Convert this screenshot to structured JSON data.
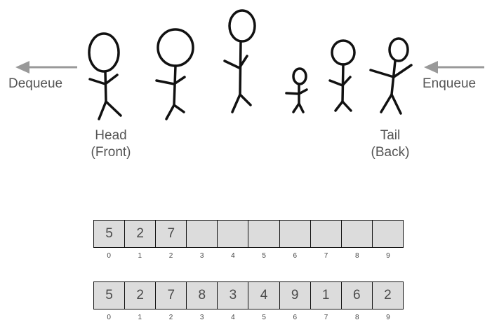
{
  "labels": {
    "dequeue": "Dequeue",
    "enqueue": "Enqueue",
    "head_line1": "Head",
    "head_line2": "(Front)",
    "tail_line1": "Tail",
    "tail_line2": "(Back)"
  },
  "array1": {
    "values": [
      "5",
      "2",
      "7",
      "",
      "",
      "",
      "",
      "",
      "",
      ""
    ],
    "indices": [
      "0",
      "1",
      "2",
      "3",
      "4",
      "5",
      "6",
      "7",
      "8",
      "9"
    ]
  },
  "array2": {
    "values": [
      "5",
      "2",
      "7",
      "8",
      "3",
      "4",
      "9",
      "1",
      "6",
      "2"
    ],
    "indices": [
      "0",
      "1",
      "2",
      "3",
      "4",
      "5",
      "6",
      "7",
      "8",
      "9"
    ]
  },
  "colors": {
    "arrow": "#999999",
    "text": "#555555",
    "cell_fill": "#dcdcdc",
    "stroke": "#111111"
  }
}
